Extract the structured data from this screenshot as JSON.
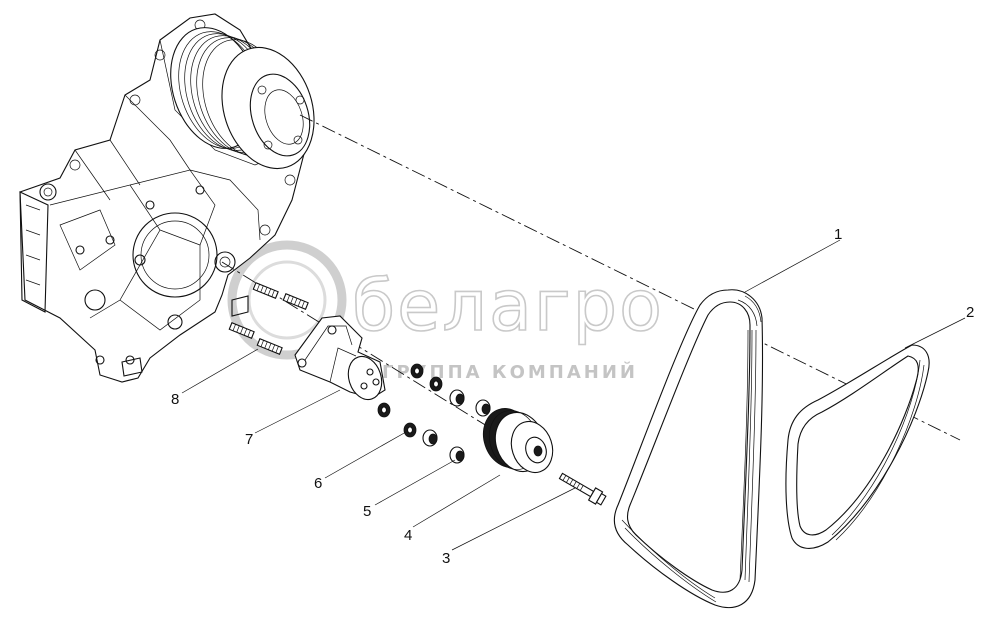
{
  "watermark": {
    "brand": "белагро",
    "tagline": "ГРУППА КОМПАНИЙ"
  },
  "callouts": [
    {
      "id": "1",
      "label": "1"
    },
    {
      "id": "2",
      "label": "2"
    },
    {
      "id": "3",
      "label": "3"
    },
    {
      "id": "4",
      "label": "4"
    },
    {
      "id": "5",
      "label": "5"
    },
    {
      "id": "6",
      "label": "6"
    },
    {
      "id": "7",
      "label": "7"
    },
    {
      "id": "8",
      "label": "8"
    }
  ],
  "colors": {
    "line": "#111111",
    "watermark": "#c9c9c9",
    "background": "#ffffff"
  }
}
